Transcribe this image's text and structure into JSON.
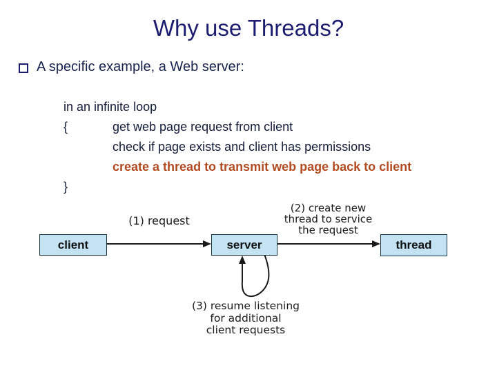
{
  "title": "Why use Threads?",
  "bullet": {
    "text": "A specific example, a Web server:"
  },
  "code": {
    "line1": "in an infinite loop",
    "open_brace": "{",
    "line2": "get web page request from client",
    "line3": "check if page exists and client has permissions",
    "line4": "create a thread to transmit web page back to client",
    "close_brace": "}"
  },
  "diagram": {
    "boxes": [
      {
        "label": "client"
      },
      {
        "label": "server"
      },
      {
        "label": "thread"
      }
    ],
    "labels": {
      "step1": "(1) request",
      "step2_line1": "(2) create new",
      "step2_line2": "thread to service",
      "step2_line3": "the request",
      "step3_line1": "(3) resume listening",
      "step3_line2": "for additional",
      "step3_line3": "client requests"
    }
  },
  "colors": {
    "title_navy": "#1c1c70",
    "body_navy": "#17234d",
    "code_navy": "#131c38",
    "highlight_orange": "#b24a21",
    "box_fill_blue": "#c3e2f2",
    "box_border": "#16323f",
    "arrow_black": "#1a1a1a"
  }
}
